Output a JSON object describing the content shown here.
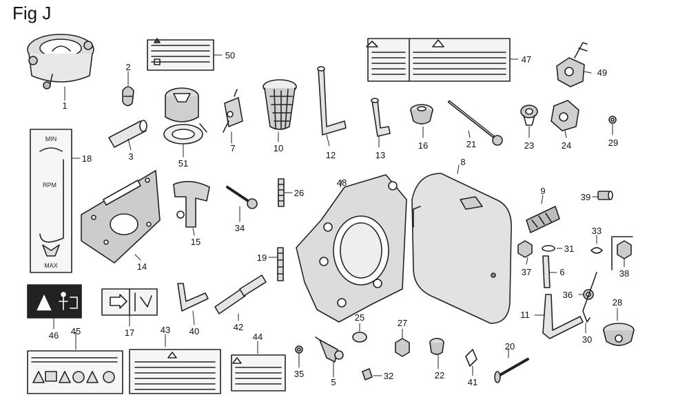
{
  "figure": {
    "title": "Fig J"
  },
  "labels": {
    "gauge": {
      "min": "MIN",
      "rpm": "RPM",
      "max": "MAX"
    }
  },
  "parts": [
    {
      "id": "1",
      "name": "part-1"
    },
    {
      "id": "2",
      "name": "part-2"
    },
    {
      "id": "3",
      "name": "part-3"
    },
    {
      "id": "5",
      "name": "part-5"
    },
    {
      "id": "6",
      "name": "part-6"
    },
    {
      "id": "7",
      "name": "part-7"
    },
    {
      "id": "8",
      "name": "part-8"
    },
    {
      "id": "9",
      "name": "part-9"
    },
    {
      "id": "10",
      "name": "part-10"
    },
    {
      "id": "11",
      "name": "part-11"
    },
    {
      "id": "12",
      "name": "part-12"
    },
    {
      "id": "13",
      "name": "part-13"
    },
    {
      "id": "14",
      "name": "part-14"
    },
    {
      "id": "15",
      "name": "part-15"
    },
    {
      "id": "16",
      "name": "part-16"
    },
    {
      "id": "17",
      "name": "part-17"
    },
    {
      "id": "18",
      "name": "part-18"
    },
    {
      "id": "19",
      "name": "part-19"
    },
    {
      "id": "20",
      "name": "part-20"
    },
    {
      "id": "21",
      "name": "part-21"
    },
    {
      "id": "22",
      "name": "part-22"
    },
    {
      "id": "23",
      "name": "part-23"
    },
    {
      "id": "24",
      "name": "part-24"
    },
    {
      "id": "25",
      "name": "part-25"
    },
    {
      "id": "26",
      "name": "part-26"
    },
    {
      "id": "27",
      "name": "part-27"
    },
    {
      "id": "28",
      "name": "part-28"
    },
    {
      "id": "29",
      "name": "part-29"
    },
    {
      "id": "30",
      "name": "part-30"
    },
    {
      "id": "31",
      "name": "part-31"
    },
    {
      "id": "32",
      "name": "part-32"
    },
    {
      "id": "33",
      "name": "part-33"
    },
    {
      "id": "34",
      "name": "part-34"
    },
    {
      "id": "35",
      "name": "part-35"
    },
    {
      "id": "36",
      "name": "part-36"
    },
    {
      "id": "37",
      "name": "part-37"
    },
    {
      "id": "38",
      "name": "part-38"
    },
    {
      "id": "39",
      "name": "part-39"
    },
    {
      "id": "40",
      "name": "part-40"
    },
    {
      "id": "41",
      "name": "part-41"
    },
    {
      "id": "42",
      "name": "part-42"
    },
    {
      "id": "43",
      "name": "part-43"
    },
    {
      "id": "44",
      "name": "part-44"
    },
    {
      "id": "45",
      "name": "part-45"
    },
    {
      "id": "46",
      "name": "part-46"
    },
    {
      "id": "47",
      "name": "part-47"
    },
    {
      "id": "48",
      "name": "part-48"
    },
    {
      "id": "49",
      "name": "part-49"
    },
    {
      "id": "50",
      "name": "part-50"
    },
    {
      "id": "51",
      "name": "part-51"
    }
  ]
}
